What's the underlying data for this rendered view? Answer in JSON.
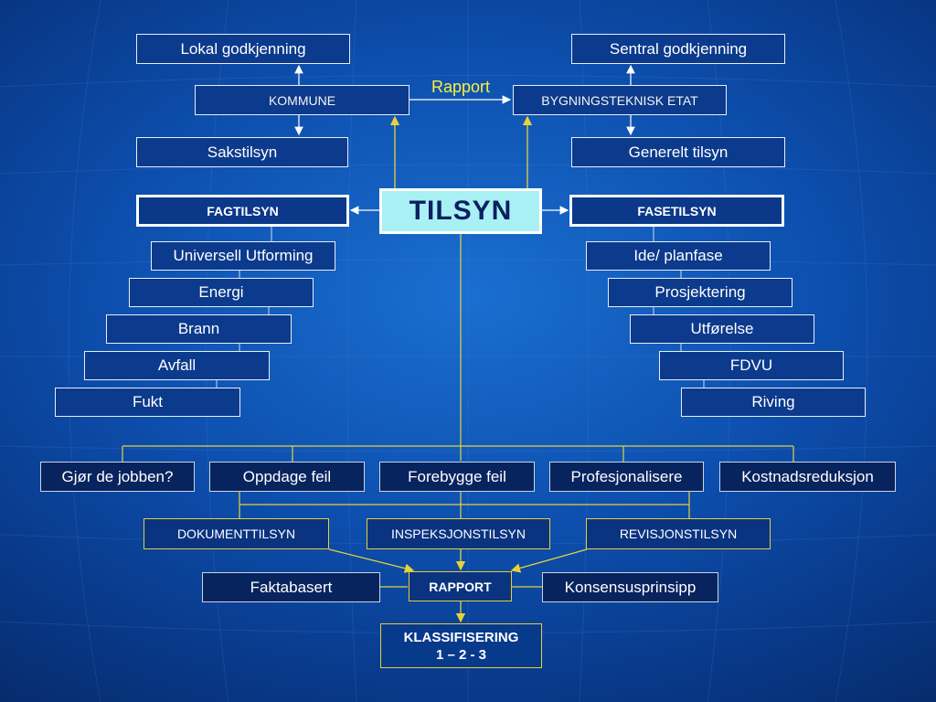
{
  "colors": {
    "background": "#0d4fae",
    "connector_white": "#ffffff",
    "connector_yellow": "#e6d23a",
    "center_fill": "#a9f0f5",
    "label_yellow": "#ffef3a"
  },
  "diagram": {
    "center": "TILSYN",
    "top_left": {
      "approval": "Lokal godkjenning",
      "authority": "KOMMUNE",
      "supervision": "Sakstilsyn"
    },
    "top_right": {
      "approval": "Sentral godkjenning",
      "authority": "BYGNINGSTEKNISK ETAT",
      "supervision": "Generelt tilsyn"
    },
    "rapport_label": "Rapport",
    "fagtilsyn": {
      "title": "FAGTILSYN",
      "items": [
        "Universell Utforming",
        "Energi",
        "Brann",
        "Avfall",
        "Fukt"
      ]
    },
    "fasetilsyn": {
      "title": "FASETILSYN",
      "items": [
        "Ide/ planfase",
        "Prosjektering",
        "Utførelse",
        "FDVU",
        "Riving"
      ]
    },
    "goals": [
      "Gjør de jobben?",
      "Oppdage feil",
      "Forebygge feil",
      "Profesjonalisere",
      "Kostnadsreduksjon"
    ],
    "methods": [
      "DOKUMENTTILSYN",
      "INSPEKSJONSTILSYN",
      "REVISJONSTILSYN"
    ],
    "report": {
      "left": "Faktabasert",
      "center": "RAPPORT",
      "right": "Konsensusprinsipp"
    },
    "classification": {
      "title": "KLASSIFISERING",
      "levels": "1 – 2 - 3"
    }
  }
}
